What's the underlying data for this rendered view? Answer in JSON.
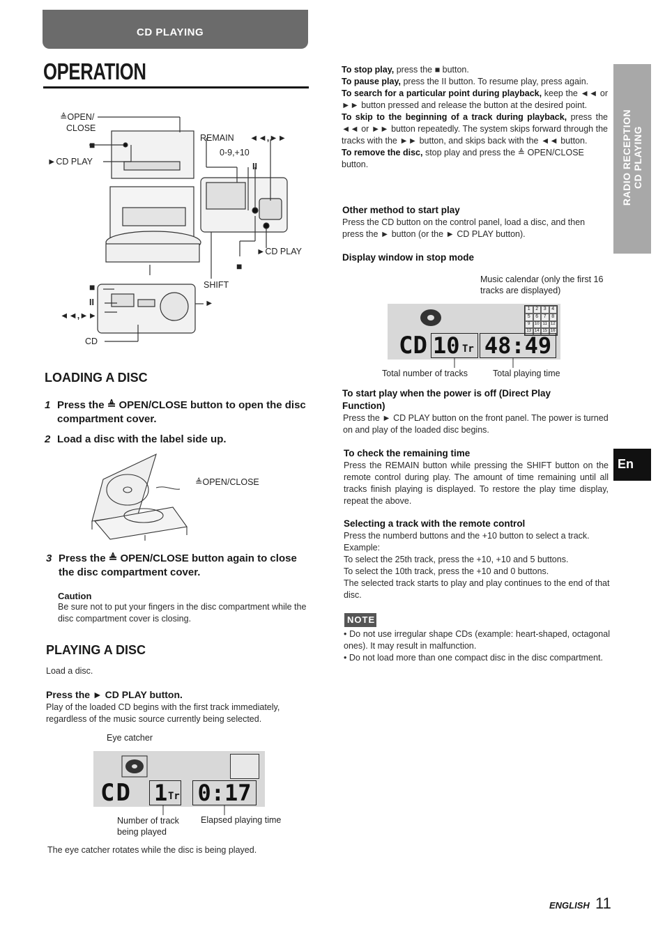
{
  "header": {
    "banner": "CD PLAYING",
    "title": "OPERATION"
  },
  "diagram_top": {
    "open_close": "≜OPEN/",
    "close": "CLOSE",
    "cd_play_left": "►CD PLAY",
    "remain": "REMAIN",
    "remain_arrows": "◄◄,►►",
    "digits": "0-9,+10",
    "pause": "II",
    "cd_play_right": "►CD PLAY",
    "stop": "■",
    "shift": "SHIFT",
    "stop_bottom": "■",
    "pause_bottom": "II",
    "skip_bottom": "◄◄,►►",
    "play_bottom": "►",
    "cd": "CD"
  },
  "loading": {
    "heading": "LOADING A DISC",
    "step1_num": "1",
    "step1": "Press the ≜ OPEN/CLOSE button to open the disc compartment cover.",
    "step2_num": "2",
    "step2": "Load a disc with the label side up.",
    "diagram_label": "≜OPEN/CLOSE",
    "step3_num": "3",
    "step3": "Press the ≜ OPEN/CLOSE button again to close the disc compartment cover.",
    "caution_title": "Caution",
    "caution_text": "Be sure not to put your fingers in the disc compartment while the disc compartment cover is closing."
  },
  "playing": {
    "heading": "PLAYING A DISC",
    "intro": "Load a disc.",
    "subheading": "Press the ► CD PLAY button.",
    "text": "Play of the loaded CD begins with the first track immediately, regardless of the music source currently being selected.",
    "eye_catcher": "Eye catcher",
    "display_main": "CD",
    "display_track": "1",
    "display_tr": "Tr",
    "display_time": "0:17",
    "label_track": "Number of track being played",
    "label_elapsed": "Elapsed playing time",
    "footer": "The eye catcher rotates while the disc is being played."
  },
  "right": {
    "stop_lead": "To stop play,",
    "stop_text": " press the ■ button.",
    "pause_lead": "To pause play,",
    "pause_text": " press the II button. To resume play, press again.",
    "search_lead": "To search for a particular point during playback,",
    "search_text": " keep the ◄◄ or ►► button pressed and release the button at the desired point.",
    "skip_lead": "To skip to the beginning of a track during playback,",
    "skip_text": " press the ◄◄ or ►► button repeatedly. The system skips forward through the tracks with the ►► button, and skips back with the ◄◄ button.",
    "remove_lead": "To remove the disc,",
    "remove_text": " stop play and press the ≜ OPEN/CLOSE button.",
    "other_heading": "Other method to start play",
    "other_text": "Press the CD button on the control panel, load a disc, and then press the ► button (or the ► CD PLAY button).",
    "window_heading": "Display window in stop mode",
    "calendar_note": "Music calendar (only the first 16 tracks are displayed)",
    "stop_display_main": "CD",
    "stop_display_tracks": "10",
    "stop_display_tr": "Tr",
    "stop_display_time": "48:49",
    "calendar_cells": [
      "1",
      "2",
      "3",
      "4",
      "5",
      "6",
      "7",
      "8",
      "9",
      "10",
      "11",
      "12",
      "13",
      "14",
      "15",
      "16"
    ],
    "label_total_tracks": "Total number of tracks",
    "label_total_time": "Total playing time",
    "direct_heading": "To start play when the power is off (Direct Play Function)",
    "direct_text": "Press the ► CD PLAY button on the front panel. The power is turned on and play of the loaded disc begins.",
    "remaining_heading": "To check the remaining time",
    "remaining_text": "Press the REMAIN button while pressing the SHIFT button on the remote control during play. The amount of time remaining until all tracks finish playing is displayed. To restore the play time display, repeat the above.",
    "select_heading": "Selecting a track with the remote control",
    "select_text1": "Press the numberd buttons and the +10 button to select a track.",
    "select_text2": "Example:",
    "select_text3": "To select the 25th track, press the +10, +10 and 5 buttons.",
    "select_text4": "To select the 10th track, press the +10 and 0 buttons.",
    "select_text5": "The selected track starts to play and play continues to the end of that disc.",
    "note_label": "NOTE",
    "note1": "• Do not use irregular shape CDs (example: heart-shaped, octagonal ones). It may result in malfunction.",
    "note2": "• Do not load more than one compact disc in the disc compartment."
  },
  "side_tab": {
    "line1": "RADIO RECEPTION",
    "line2": "CD PLAYING",
    "lang": "En"
  },
  "footer": {
    "language": "ENGLISH",
    "page": "11"
  }
}
